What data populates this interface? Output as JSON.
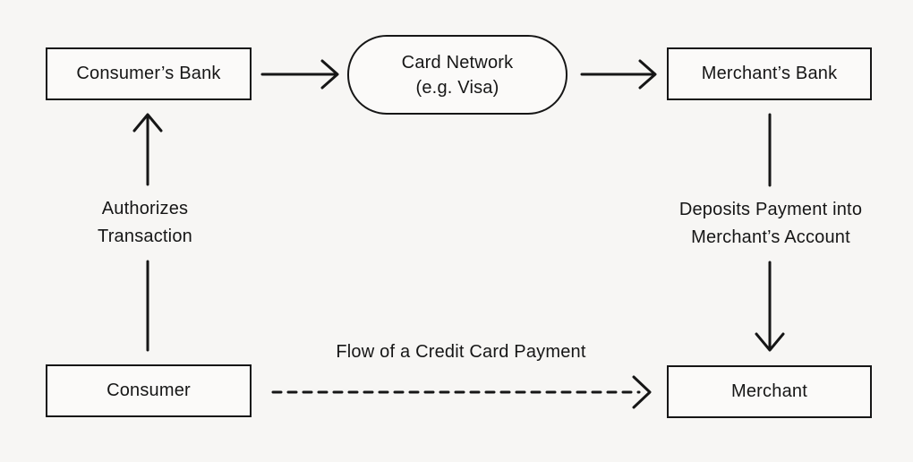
{
  "diagram": {
    "background_color": "#f7f6f4",
    "stroke_color": "#161616",
    "node_fill_color": "#fbfaf9",
    "nodes": {
      "consumers_bank": {
        "label": "Consumer’s Bank",
        "shape": "rectangle"
      },
      "card_network": {
        "label_line1": "Card Network",
        "label_line2": "(e.g. Visa)",
        "shape": "stadium"
      },
      "merchants_bank": {
        "label": "Merchant’s Bank",
        "shape": "rectangle"
      },
      "consumer": {
        "label": "Consumer",
        "shape": "rectangle"
      },
      "merchant": {
        "label": "Merchant",
        "shape": "rectangle"
      }
    },
    "edges": {
      "authorizes": {
        "label_line1": "Authorizes",
        "label_line2": "Transaction",
        "style": "solid",
        "direction": "consumer → consumers_bank"
      },
      "bank_to_network": {
        "label": "",
        "style": "solid",
        "direction": "consumers_bank → card_network"
      },
      "network_to_bank": {
        "label": "",
        "style": "solid",
        "direction": "card_network → merchants_bank"
      },
      "deposits": {
        "label_line1": "Deposits Payment into",
        "label_line2": "Merchant’s Account",
        "style": "solid",
        "direction": "merchants_bank → merchant"
      },
      "flow": {
        "label": "Flow of a Credit Card Payment",
        "style": "dashed",
        "direction": "consumer → merchant"
      }
    }
  }
}
